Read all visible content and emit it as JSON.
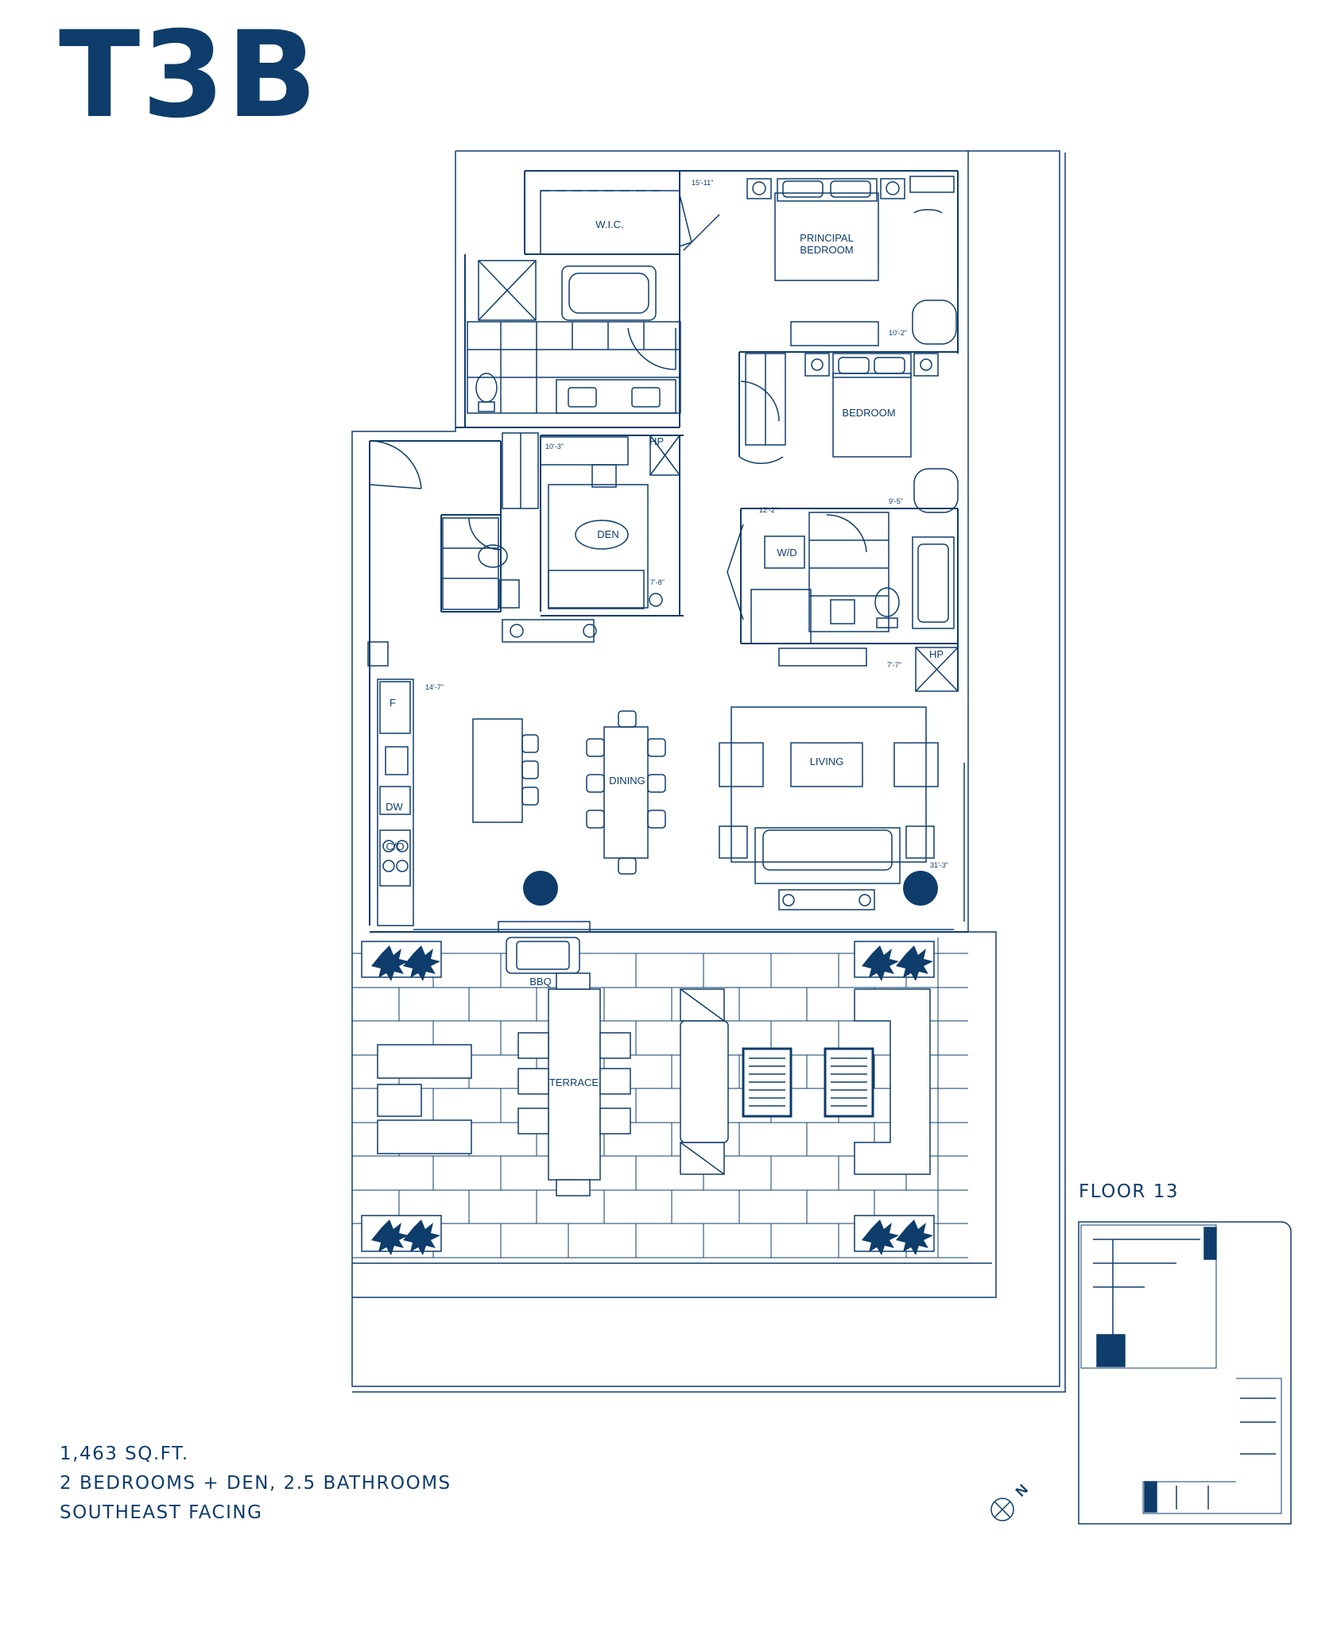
{
  "unit": {
    "title": "T3B"
  },
  "rooms": {
    "wic": "W.I.C.",
    "principal_bedroom_1": "PRINCIPAL",
    "principal_bedroom_2": "BEDROOM",
    "bedroom": "BEDROOM",
    "den": "DEN",
    "wd": "W/D",
    "hp1": "HP",
    "hp2": "HP",
    "dining": "DINING",
    "living": "LIVING",
    "terrace": "TERRACE",
    "bbq": "BBQ",
    "fridge": "F",
    "dishwasher": "DW",
    "cooktop": "C/O"
  },
  "dimensions": {
    "principal_bedroom": "15'-11\"",
    "bedroom_width": "10'-2\"",
    "bedroom_length": "9'-5\"",
    "den_width": "10'-3\"",
    "den_length": "7'-8\"",
    "laundry": "12'-2\"",
    "bath_hall": "7'-7\"",
    "kitchen": "14'-7\"",
    "living": "31'-3\""
  },
  "info": {
    "area": "1,463 SQ.FT.",
    "layout": "2 BEDROOMS + DEN, 2.5 BATHROOMS",
    "facing": "SOUTHEAST FACING"
  },
  "compass": {
    "label": "N"
  },
  "key_plan": {
    "label": "FLOOR 13"
  },
  "colors": {
    "primary": "#0e3d6b",
    "background": "#ffffff"
  }
}
